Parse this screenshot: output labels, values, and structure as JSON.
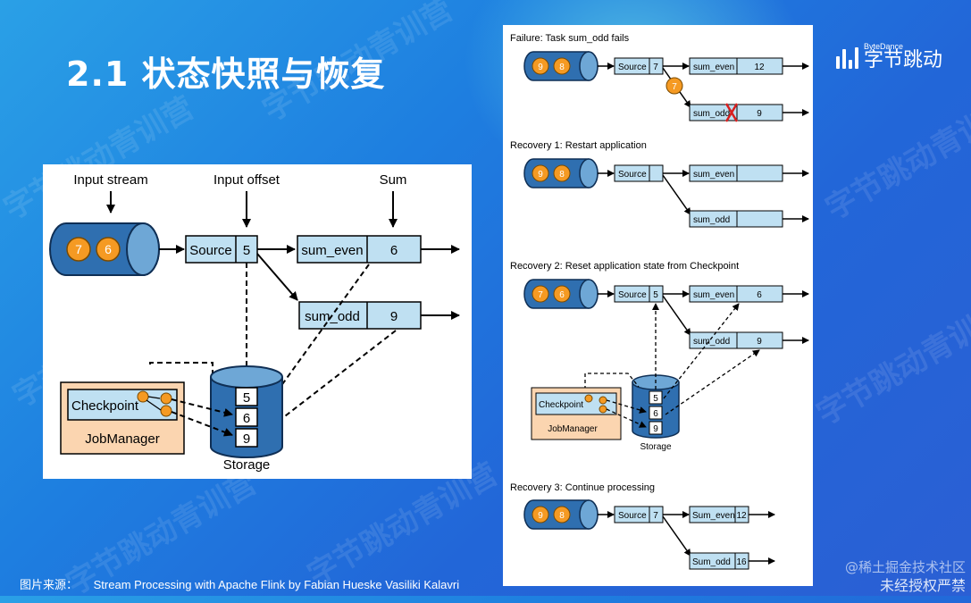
{
  "slide": {
    "title": "2.1 状态快照与恢复",
    "caption_label": "图片来源：",
    "caption_text": "Stream Processing with Apache Flink by Fabian Hueske Vasiliki Kalavri",
    "watermark": "字节跳动青训营",
    "footer_watermark_1": "@稀土掘金技术社区",
    "footer_watermark_2": "未经授权严禁"
  },
  "logo": {
    "small": "ByteDance",
    "big": "字节跳动"
  },
  "colors": {
    "accent_orange": "#f59a23",
    "box_fill": "#bfe0f2",
    "storage_blue": "#2f6fb0",
    "jobmanager_fill": "#fbd5b0",
    "fail_red": "#d81e1e"
  },
  "left_diagram": {
    "input_stream_label": "Input stream",
    "input_offset_label": "Input offset",
    "sum_label": "Sum",
    "events": [
      "7",
      "6"
    ],
    "source_label": "Source",
    "source_offset": "5",
    "sum_even_label": "sum_even",
    "sum_even_value": "6",
    "sum_odd_label": "sum_odd",
    "sum_odd_value": "9",
    "checkpoint_label": "Checkpoint",
    "jobmanager_label": "JobManager",
    "storage_label": "Storage",
    "storage_values": [
      "5",
      "6",
      "9"
    ]
  },
  "right_diagram": {
    "sections": [
      {
        "heading": "Failure: Task sum_odd fails",
        "events": [
          "9",
          "8"
        ],
        "source": "Source",
        "offset": "7",
        "even_label": "sum_even",
        "even_value": "12",
        "odd_label": "sum_odd",
        "odd_value": "9",
        "inflight": "7"
      },
      {
        "heading": "Recovery 1: Restart application",
        "events": [
          "9",
          "8"
        ],
        "source": "Source",
        "offset": "",
        "even_label": "sum_even",
        "even_value": "",
        "odd_label": "sum_odd",
        "odd_value": ""
      },
      {
        "heading": "Recovery 2: Reset application state from Checkpoint",
        "events": [
          "7",
          "6"
        ],
        "source": "Source",
        "offset": "5",
        "even_label": "sum_even",
        "even_value": "6",
        "odd_label": "sum_odd",
        "odd_value": "9",
        "checkpoint": "Checkpoint",
        "jobmanager": "JobManager",
        "storage": "Storage",
        "storage_values": [
          "5",
          "6",
          "9"
        ]
      },
      {
        "heading": "Recovery 3: Continue processing",
        "events": [
          "9",
          "8"
        ],
        "source": "Source",
        "offset": "7",
        "even_label": "Sum_even",
        "even_value": "12",
        "odd_label": "Sum_odd",
        "odd_value": "16"
      }
    ]
  }
}
